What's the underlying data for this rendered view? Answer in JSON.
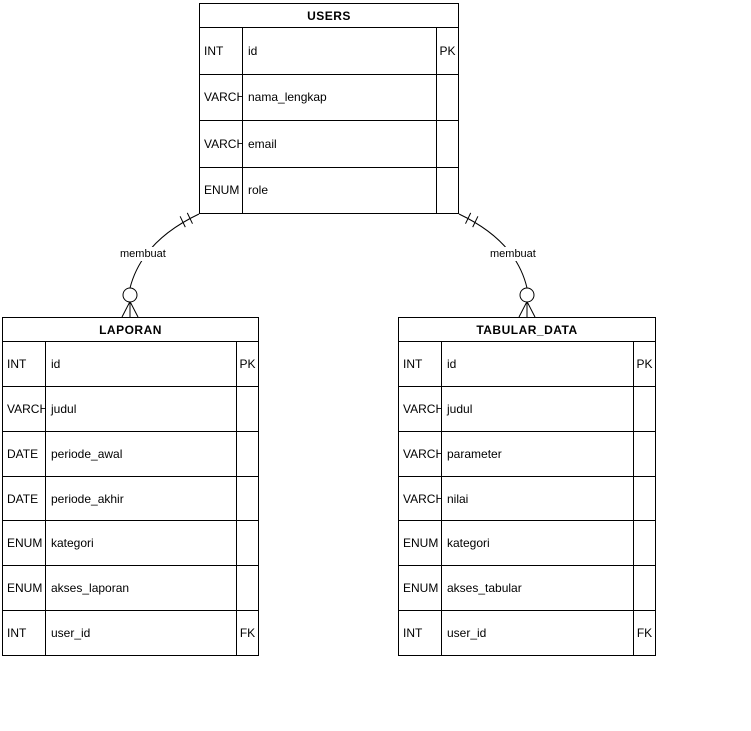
{
  "diagram": {
    "type": "entity-relationship",
    "background_color": "#ffffff",
    "stroke_color": "#000000",
    "text_color": "#000000"
  },
  "entities": [
    {
      "name": "USERS",
      "fields": [
        {
          "type": "INT",
          "name": "id",
          "key": "PK"
        },
        {
          "type": "VARCH",
          "name": "nama_lengkap",
          "key": ""
        },
        {
          "type": "VARCH",
          "name": "email",
          "key": ""
        },
        {
          "type": "ENUM",
          "name": "role",
          "key": ""
        }
      ]
    },
    {
      "name": "LAPORAN",
      "fields": [
        {
          "type": "INT",
          "name": "id",
          "key": "PK"
        },
        {
          "type": "VARCH",
          "name": "judul",
          "key": ""
        },
        {
          "type": "DATE",
          "name": "periode_awal",
          "key": ""
        },
        {
          "type": "DATE",
          "name": "periode_akhir",
          "key": ""
        },
        {
          "type": "ENUM",
          "name": "kategori",
          "key": ""
        },
        {
          "type": "ENUM",
          "name": "akses_laporan",
          "key": ""
        },
        {
          "type": "INT",
          "name": "user_id",
          "key": "FK"
        }
      ]
    },
    {
      "name": "TABULAR_DATA",
      "fields": [
        {
          "type": "INT",
          "name": "id",
          "key": "PK"
        },
        {
          "type": "VARCH",
          "name": "judul",
          "key": ""
        },
        {
          "type": "VARCH",
          "name": "parameter",
          "key": ""
        },
        {
          "type": "VARCH",
          "name": "nilai",
          "key": ""
        },
        {
          "type": "ENUM",
          "name": "kategori",
          "key": ""
        },
        {
          "type": "ENUM",
          "name": "akses_tabular",
          "key": ""
        },
        {
          "type": "INT",
          "name": "user_id",
          "key": "FK"
        }
      ]
    }
  ],
  "relationships": [
    {
      "label": "membuat",
      "from": "USERS",
      "to": "LAPORAN",
      "from_cardinality": "exactly-one",
      "to_cardinality": "zero-or-many"
    },
    {
      "label": "membuat",
      "from": "USERS",
      "to": "TABULAR_DATA",
      "from_cardinality": "exactly-one",
      "to_cardinality": "zero-or-many"
    }
  ]
}
